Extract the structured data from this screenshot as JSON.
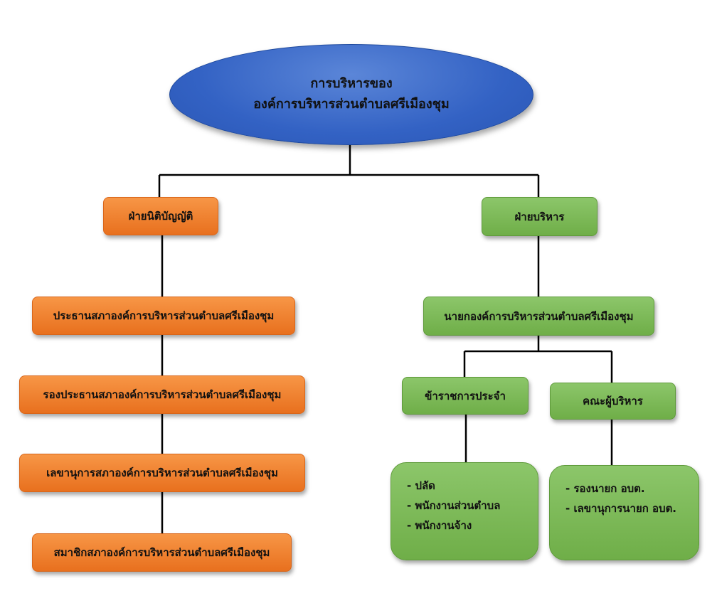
{
  "title": {
    "line1": "การบริหารของ",
    "line2": "องค์การบริหารส่วนตำบลศรีเมืองชุม"
  },
  "legislative": {
    "header": "ฝ่ายนิติบัญญัติ",
    "items": [
      "ประธานสภาองค์การบริหารส่วนตำบลศรีเมืองชุม",
      "รองประธานสภาองค์การบริหารส่วนตำบลศรีเมืองชุม",
      "เลขานุการสภาองค์การบริหารส่วนตำบลศรีเมืองชุม",
      "สมาชิกสภาองค์การบริหารส่วนตำบลศรีเมืองชุม"
    ]
  },
  "executive": {
    "header": "ฝ่ายบริหาร",
    "head": "นายกองค์การบริหารส่วนตำบลศรีเมืองชุม",
    "officials": {
      "label": "ข้าราชการประจำ",
      "items": [
        "ปลัด",
        "พนักงานส่วนตำบล",
        "พนักงานจ้าง"
      ]
    },
    "board": {
      "label": "คณะผู้บริหาร",
      "items": [
        "รองนายก อบต.",
        "เลขานุการนายก อบต."
      ]
    }
  },
  "colors": {
    "title_fill": "#3362c4",
    "legislative_fill": "#f07c30",
    "executive_fill": "#79b555",
    "connector": "#000000"
  }
}
